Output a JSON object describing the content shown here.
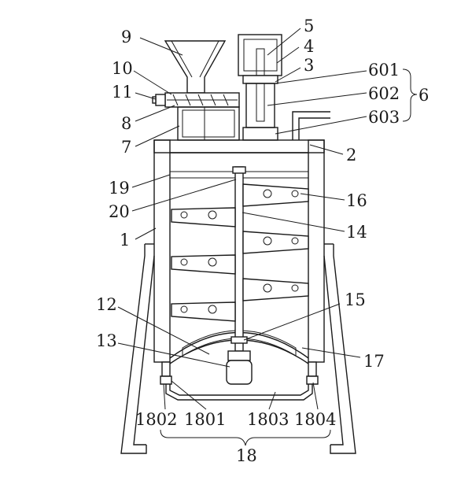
{
  "diagram": {
    "labels": {
      "n1": "1",
      "n2": "2",
      "n3": "3",
      "n4": "4",
      "n5": "5",
      "n6": "6",
      "n601": "601",
      "n602": "602",
      "n603": "603",
      "n7": "7",
      "n8": "8",
      "n9": "9",
      "n10": "10",
      "n11": "11",
      "n12": "12",
      "n13": "13",
      "n14": "14",
      "n15": "15",
      "n16": "16",
      "n17": "17",
      "n18": "18",
      "n19": "19",
      "n20": "20",
      "n1801": "1801",
      "n1802": "1802",
      "n1803": "1803",
      "n1804": "1804"
    }
  }
}
